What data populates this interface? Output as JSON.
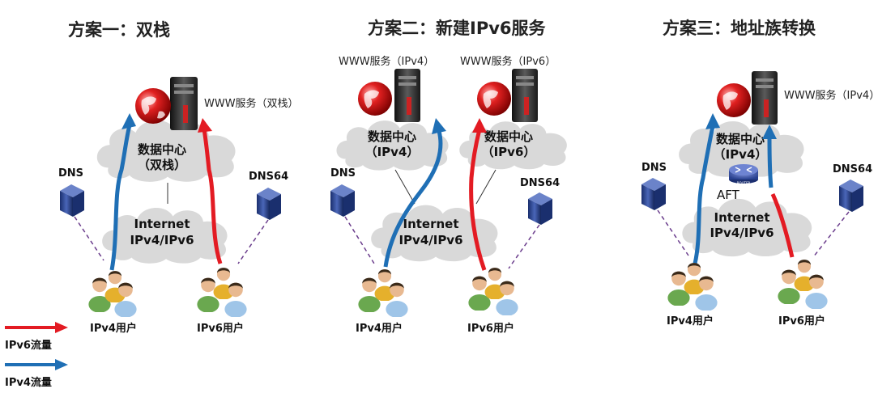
{
  "colors": {
    "ipv6_flow": "#e31b23",
    "ipv4_flow": "#1f6fb5",
    "cloud": "#d9d9d9",
    "dashed": "#6a3c8c"
  },
  "legend": {
    "ipv6": "IPv6流量",
    "ipv4": "IPv4流量"
  },
  "scheme1": {
    "title": "方案一：双栈",
    "server_label": "WWW服务（双栈）",
    "dc_line1": "数据中心",
    "dc_line2": "（双栈）",
    "net_line1": "Internet",
    "net_line2": "IPv4/IPv6",
    "dns_left": "DNS",
    "dns_right": "DNS64",
    "user_left": "IPv4用户",
    "user_right": "IPv6用户"
  },
  "scheme2": {
    "title": "方案二：新建IPv6服务",
    "server_left_label": "WWW服务（IPv4）",
    "server_right_label": "WWW服务（IPv6）",
    "dc_left_line1": "数据中心",
    "dc_left_line2": "（IPv4）",
    "dc_right_line1": "数据中心",
    "dc_right_line2": "（IPv6）",
    "net_line1": "Internet",
    "net_line2": "IPv4/IPv6",
    "dns_left": "DNS",
    "dns_right": "DNS64",
    "user_left": "IPv4用户",
    "user_right": "IPv6用户"
  },
  "scheme3": {
    "title": "方案三：地址族转换",
    "server_label": "WWW服务（IPv4）",
    "dc_line1": "数据中心",
    "dc_line2": "（IPv4）",
    "router_text": "ROUTER",
    "aft": "AFT",
    "net_line1": "Internet",
    "net_line2": "IPv4/IPv6",
    "dns_left": "DNS",
    "dns_right": "DNS64",
    "user_left": "IPv4用户",
    "user_right": "IPv6用户"
  }
}
